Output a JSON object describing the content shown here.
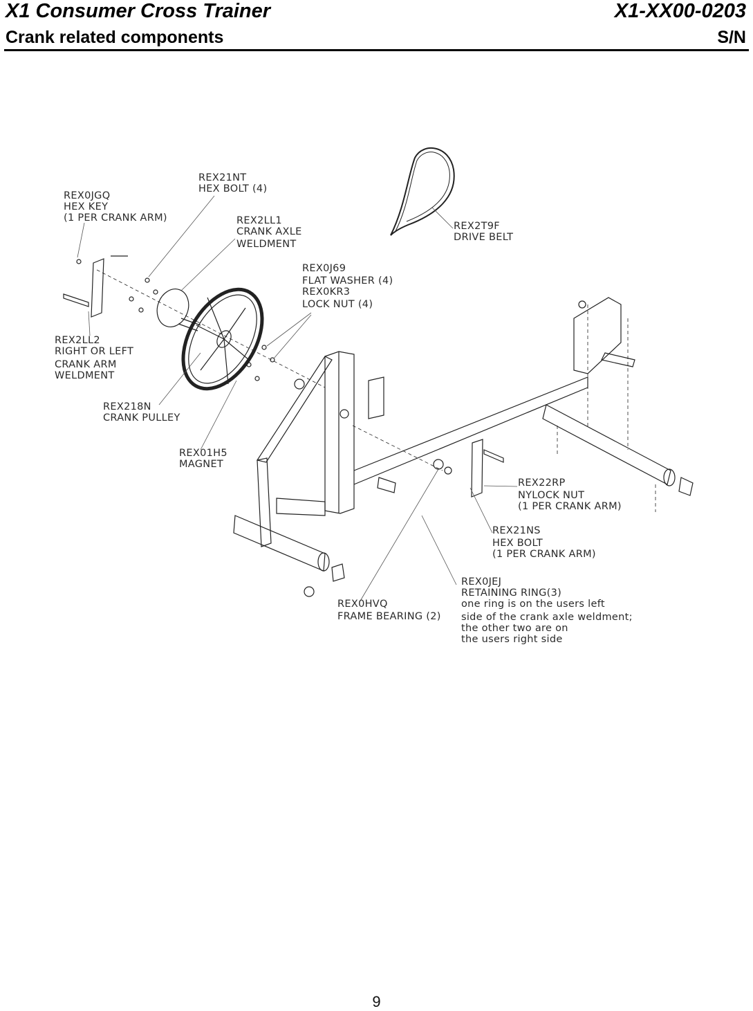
{
  "header": {
    "title": "X1 Consumer Cross Trainer",
    "model": "X1-XX00-0203",
    "subtitle": "Crank related components",
    "serial": "S/N"
  },
  "callouts": [
    {
      "id": "REX0JGQ",
      "lines": [
        "REX0JGQ",
        "HEX KEY",
        "(1 PER CRANK ARM)"
      ]
    },
    {
      "id": "REX21NT",
      "lines": [
        "REX21NT",
        "HEX BOLT (4)"
      ]
    },
    {
      "id": "REX2LL1",
      "lines": [
        "REX2LL1",
        "CRANK AXLE",
        "WELDMENT"
      ]
    },
    {
      "id": "REX2T9F",
      "lines": [
        "REX2T9F",
        "DRIVE BELT"
      ]
    },
    {
      "id": "REX0J69",
      "lines": [
        "REX0J69",
        "FLAT WASHER (4)",
        "REX0KR3",
        "LOCK NUT (4)"
      ]
    },
    {
      "id": "REX2LL2",
      "lines": [
        "REX2LL2",
        "RIGHT OR LEFT",
        "CRANK ARM",
        "WELDMENT"
      ]
    },
    {
      "id": "REX218N",
      "lines": [
        "REX218N",
        "CRANK PULLEY"
      ]
    },
    {
      "id": "REX01H5",
      "lines": [
        "REX01H5",
        "MAGNET"
      ]
    },
    {
      "id": "REX22RP",
      "lines": [
        "REX22RP",
        "NYLOCK NUT",
        "(1 PER CRANK ARM)"
      ]
    },
    {
      "id": "REX21NS",
      "lines": [
        "REX21NS",
        "HEX BOLT",
        "(1 PER CRANK ARM)"
      ]
    },
    {
      "id": "REX0JEJ",
      "lines": [
        "REX0JEJ",
        "RETAINING RING(3)",
        "one ring is on the users left",
        "side of the crank axle weldment;",
        "the other two are on",
        "the users right side"
      ]
    },
    {
      "id": "REX0HVQ",
      "lines": [
        "REX0HVQ",
        "FRAME BEARING (2)"
      ]
    }
  ],
  "page_number": "9"
}
